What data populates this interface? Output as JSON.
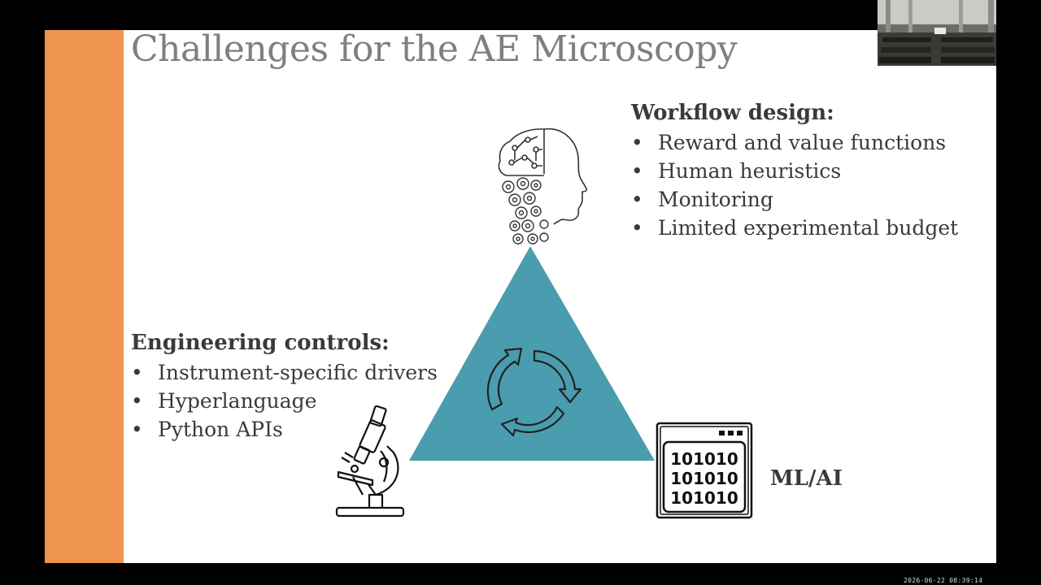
{
  "slide": {
    "title": "Challenges for the AE Microscopy",
    "accent_color": "#EF944F",
    "triangle_color": "#4A9DAE"
  },
  "workflow": {
    "heading": "Workflow design:",
    "items": [
      {
        "bullet": "•",
        "label": "Reward and value functions"
      },
      {
        "bullet": "•",
        "label": "Human heuristics"
      },
      {
        "bullet": "•",
        "label": "Monitoring"
      },
      {
        "bullet": "•",
        "label": "Limited experimental budget"
      }
    ]
  },
  "engineering": {
    "heading": "Engineering controls:",
    "items": [
      {
        "bullet": "•",
        "label": "Instrument-specific drivers"
      },
      {
        "bullet": "•",
        "label": "Hyperlanguage"
      },
      {
        "bullet": "•",
        "label": "Python APIs"
      }
    ]
  },
  "mlai": {
    "label": "ML/AI",
    "binary_lines": [
      "101010",
      "101010",
      "101010"
    ]
  },
  "icons": {
    "top": "ai-brain-gears-icon",
    "left": "microscope-icon",
    "right": "binary-window-icon",
    "center": "cycle-arrows-icon"
  },
  "recording": {
    "timestamp": "2026-06-22 08:39:14"
  }
}
